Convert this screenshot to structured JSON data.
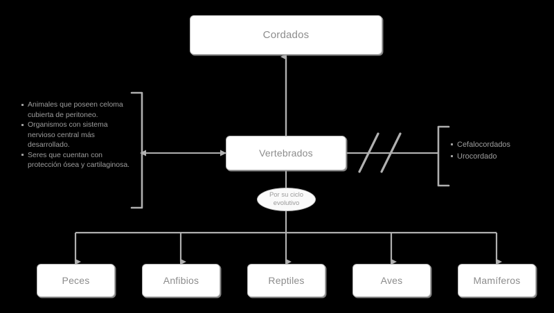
{
  "diagram": {
    "title_node": {
      "label": "Cordados"
    },
    "mid_node": {
      "label": "Vertebrados"
    },
    "condition_oval": {
      "line1": "Por su ciclo",
      "line2": "evolutivo"
    },
    "left_notes": {
      "items": [
        "Animales que poseen celoma cubierta de peritoneo.",
        "Organismos con sistema nervioso central más desarrollado.",
        "Seres que cuentan con protección ósea y cartilaginosa."
      ]
    },
    "right_notes": {
      "items": [
        "Cefalocordados",
        "Urocordado"
      ]
    },
    "leaf_nodes": [
      {
        "label": "Peces"
      },
      {
        "label": "Anfibios"
      },
      {
        "label": "Reptiles"
      },
      {
        "label": "Aves"
      },
      {
        "label": "Mamíferos"
      }
    ],
    "colors": {
      "background": "#000000",
      "node_fill": "#ffffff",
      "node_border": "#b3b3b3",
      "text": "#8c8c8c",
      "connector": "#b0b0b0",
      "note_text": "#9e9e9e"
    }
  }
}
